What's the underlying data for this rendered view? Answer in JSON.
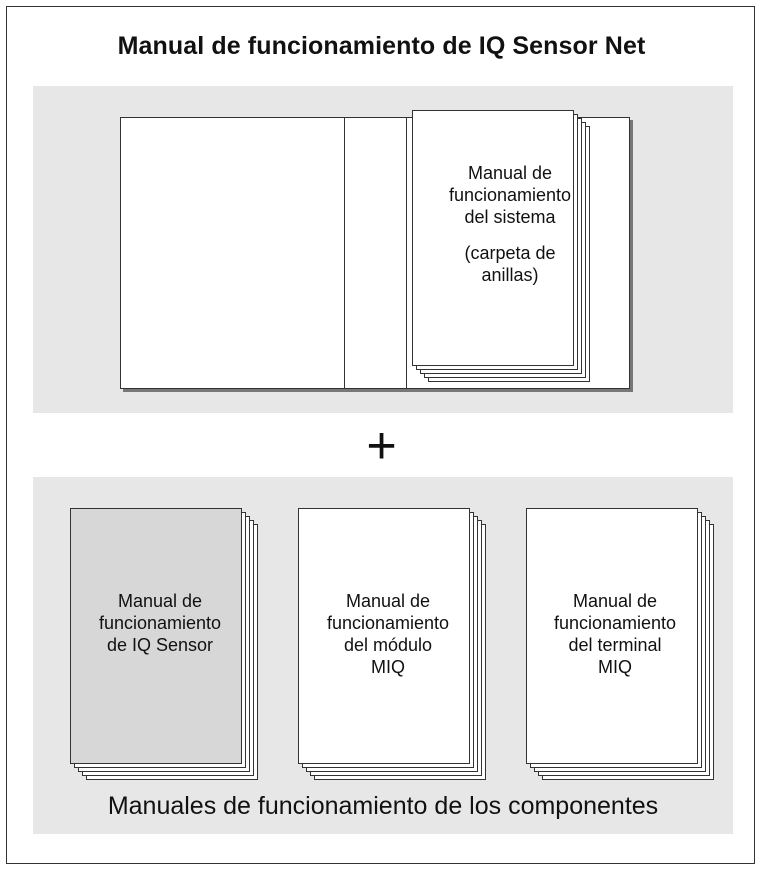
{
  "title": "Manual de funcionamiento de IQ Sensor Net",
  "plus_symbol": "+",
  "system_manual": {
    "lines": [
      "Manual de",
      "funcionamiento",
      "del sistema"
    ],
    "note_lines": [
      "(carpeta de",
      "anillas)"
    ]
  },
  "component_manuals": [
    {
      "lines": [
        "Manual de",
        "funcionamiento",
        "de IQ Sensor"
      ],
      "fill": "#d7d7d7"
    },
    {
      "lines": [
        "Manual de",
        "funcionamiento",
        "del módulo",
        "MIQ"
      ],
      "fill": "#ffffff"
    },
    {
      "lines": [
        "Manual de",
        "funcionamiento",
        "del terminal",
        "MIQ"
      ],
      "fill": "#ffffff"
    }
  ],
  "components_caption": "Manuales de funcionamiento de los componentes",
  "colors": {
    "panel": "#e7e7e7",
    "border": "#333333",
    "highlight_doc": "#d7d7d7"
  }
}
